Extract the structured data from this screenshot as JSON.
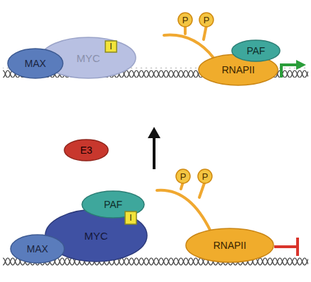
{
  "diagram": {
    "nodes": [
      {
        "text": [
          "MAX"
        ]
      },
      {
        "text": [
          "MYC"
        ]
      },
      {
        "text": [
          "I"
        ]
      },
      {
        "text": [
          "P"
        ]
      },
      {
        "text": [
          "P"
        ]
      },
      {
        "text": [
          "PAF"
        ]
      },
      {
        "text": [
          "RNAPII"
        ]
      },
      {
        "text": [
          "E3"
        ]
      },
      {
        "text": [
          "PAF"
        ]
      },
      {
        "text": [
          "P"
        ]
      },
      {
        "text": [
          "P"
        ]
      },
      {
        "text": [
          "MAX"
        ]
      },
      {
        "text": [
          "MYC"
        ]
      },
      {
        "text": [
          "I"
        ]
      },
      {
        "text": [
          "RNAPII"
        ]
      }
    ]
  }
}
